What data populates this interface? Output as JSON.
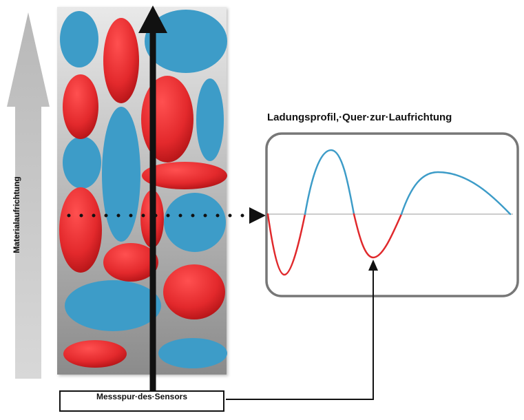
{
  "labels": {
    "material_direction": "Materialaufrichtung",
    "profile_title": "Ladungsprofil,·Quer·zur·Laufrichtung",
    "sensor_track": "Messspur·des·Sensors"
  },
  "colors": {
    "positive": "#3d9cc8",
    "negative": "#e0292c",
    "frame": "#777777",
    "arrow": "#111111",
    "direction_arrow": "#c8c8c8"
  }
}
